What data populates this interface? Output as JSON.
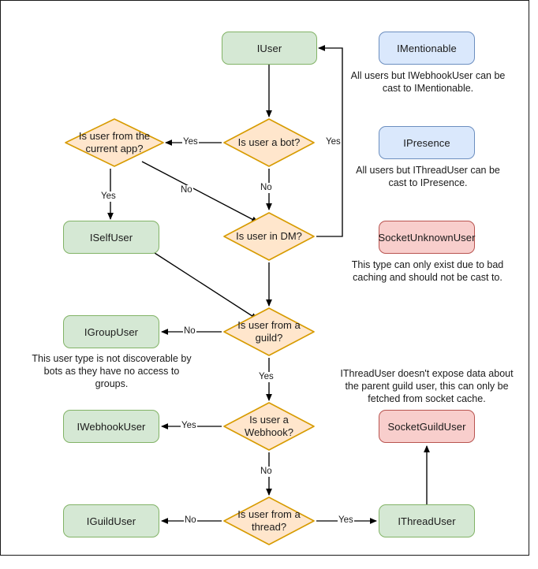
{
  "diagram": {
    "title": "Discord.Net user type resolution flowchart",
    "colors": {
      "green_fill": "#d5e8d4",
      "green_stroke": "#82b366",
      "blue_fill": "#dae8fc",
      "blue_stroke": "#6c8ebf",
      "red_fill": "#f8cecc",
      "red_stroke": "#b85450",
      "orange_fill": "#ffe6cc",
      "orange_stroke": "#d79b00",
      "edge_stroke": "#000000",
      "frame_stroke": "#1a1a1a"
    },
    "nodes": {
      "iuser": "IUser",
      "is_user_a_bot": "Is user a bot?",
      "is_user_from_current_app": "Is user from the current app?",
      "iselfuser": "ISelfUser",
      "is_user_in_dm": "Is user in DM?",
      "igroupuser": "IGroupUser",
      "is_user_from_guild": "Is user from a guild?",
      "iwebhookuser": "IWebhookUser",
      "is_user_a_webhook": "Is user a Webhook?",
      "iguilduser": "IGuildUser",
      "is_user_from_thread": "Is user from a thread?",
      "ithreaduser": "IThreadUser",
      "imentionable": "IMentionable",
      "ipresence": "IPresence",
      "socketunknownuser": "SocketUnknownUser",
      "socketguilduser": "SocketGuildUser"
    },
    "notes": {
      "imentionable": "All users but IWebhookUser can be cast to IMentionable.",
      "ipresence": "All users but IThreadUser can be cast to IPresence.",
      "socketunknownuser": "This type can only exist due to bad caching and should not be cast to.",
      "igroupuser": "This user type is not discoverable by bots as they have no access to groups.",
      "socketguilduser": "IThreadUser doesn't expose data about the parent guild user, this can only be fetched from socket cache."
    },
    "edge_labels": {
      "bot_yes": "Yes",
      "bot_no": "No",
      "currentapp_yes": "Yes",
      "currentapp_no": "No",
      "dm_yes": "Yes",
      "guild_no": "No",
      "guild_yes": "Yes",
      "webhook_yes": "Yes",
      "webhook_no": "No",
      "thread_no": "No",
      "thread_yes": "Yes"
    }
  }
}
